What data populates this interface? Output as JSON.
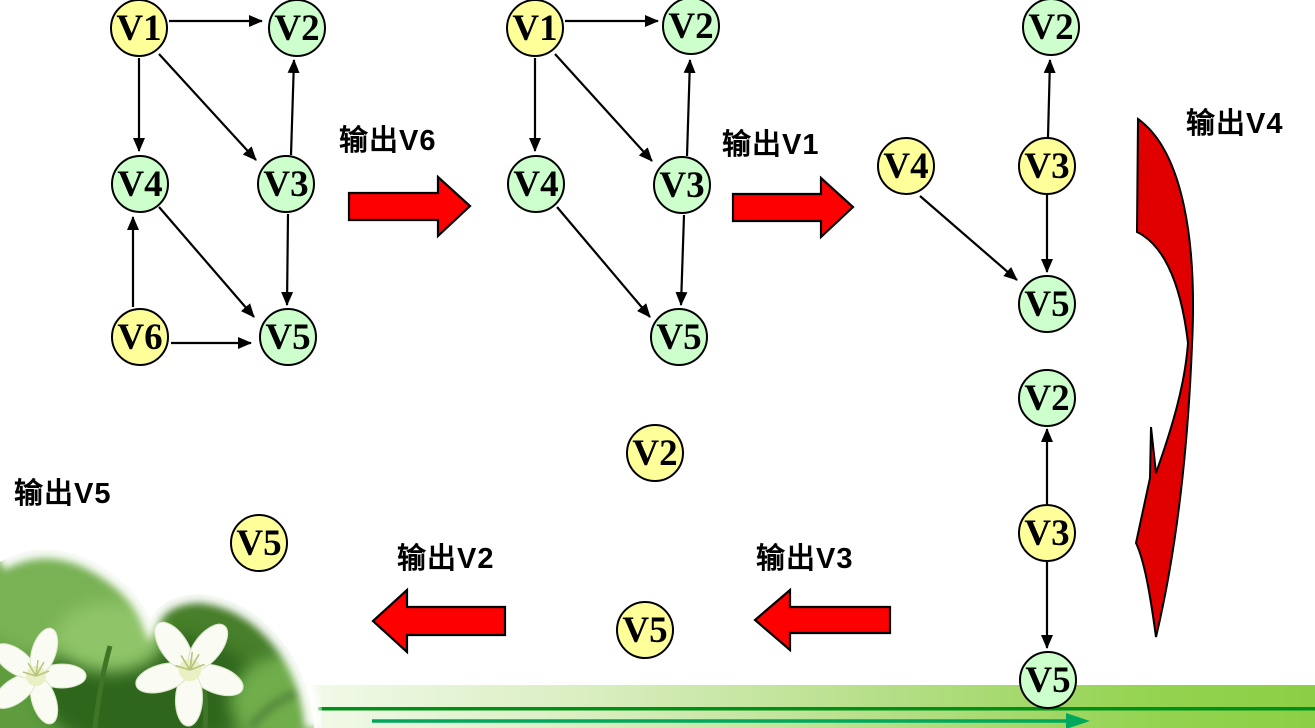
{
  "slide": {
    "topic": "topological-sort-step-by-step",
    "background": "#FFFFFF"
  },
  "palette": {
    "node_ready_yellow": "#FFFF99",
    "node_normal_green": "#CCFFCC",
    "node_border": "#000000",
    "edge_color": "#000000",
    "block_arrow_red": "#FF0000",
    "curved_arrow_red": "#E00000",
    "band_green_right": "#8CCF45",
    "divider_green": "#009018",
    "underline_arrow_green": "#00A85D"
  },
  "steps": [
    {
      "label": "输出V6",
      "direction": "right"
    },
    {
      "label": "输出V1",
      "direction": "right"
    },
    {
      "label": "输出V4",
      "direction": "curved-down"
    },
    {
      "label": "输出V3",
      "direction": "left"
    },
    {
      "label": "输出V2",
      "direction": "left"
    },
    {
      "label": "输出V5",
      "direction": "none"
    }
  ],
  "stages": [
    {
      "name": "stage-1-initial-graph",
      "nodes": [
        {
          "id": "V1",
          "fill": "yellow"
        },
        {
          "id": "V2",
          "fill": "green"
        },
        {
          "id": "V4",
          "fill": "green"
        },
        {
          "id": "V3",
          "fill": "green"
        },
        {
          "id": "V6",
          "fill": "yellow"
        },
        {
          "id": "V5",
          "fill": "green"
        }
      ],
      "edges": [
        "V1→V2",
        "V1→V4",
        "V1→V3",
        "V3→V2",
        "V6→V4",
        "V6→V5",
        "V4→V5",
        "V3→V5"
      ]
    },
    {
      "name": "stage-2-after-output-v6",
      "nodes": [
        {
          "id": "V1",
          "fill": "yellow"
        },
        {
          "id": "V2",
          "fill": "green"
        },
        {
          "id": "V4",
          "fill": "green"
        },
        {
          "id": "V3",
          "fill": "green"
        },
        {
          "id": "V5",
          "fill": "green"
        }
      ],
      "edges": [
        "V1→V2",
        "V1→V4",
        "V1→V3",
        "V3→V2",
        "V4→V5",
        "V3→V5"
      ]
    },
    {
      "name": "stage-3-after-output-v1",
      "nodes": [
        {
          "id": "V4",
          "fill": "yellow"
        },
        {
          "id": "V2",
          "fill": "green"
        },
        {
          "id": "V3",
          "fill": "yellow"
        },
        {
          "id": "V5",
          "fill": "green"
        }
      ],
      "edges": [
        "V3→V2",
        "V4→V5",
        "V3→V5"
      ]
    },
    {
      "name": "stage-4-after-output-v4",
      "nodes": [
        {
          "id": "V2",
          "fill": "green"
        },
        {
          "id": "V3",
          "fill": "yellow"
        },
        {
          "id": "V5",
          "fill": "green"
        }
      ],
      "edges": [
        "V3→V2",
        "V3→V5"
      ]
    },
    {
      "name": "stage-5-after-output-v3",
      "nodes": [
        {
          "id": "V2",
          "fill": "yellow"
        },
        {
          "id": "V5",
          "fill": "yellow"
        }
      ],
      "edges": []
    },
    {
      "name": "stage-6-after-output-v2",
      "nodes": [
        {
          "id": "V5",
          "fill": "yellow"
        }
      ],
      "edges": []
    }
  ],
  "decorations": {
    "bottom_left_photo": "white-flowers-on-green-leaves",
    "footer": "green-gradient-band-with-divider-and-arrow"
  }
}
